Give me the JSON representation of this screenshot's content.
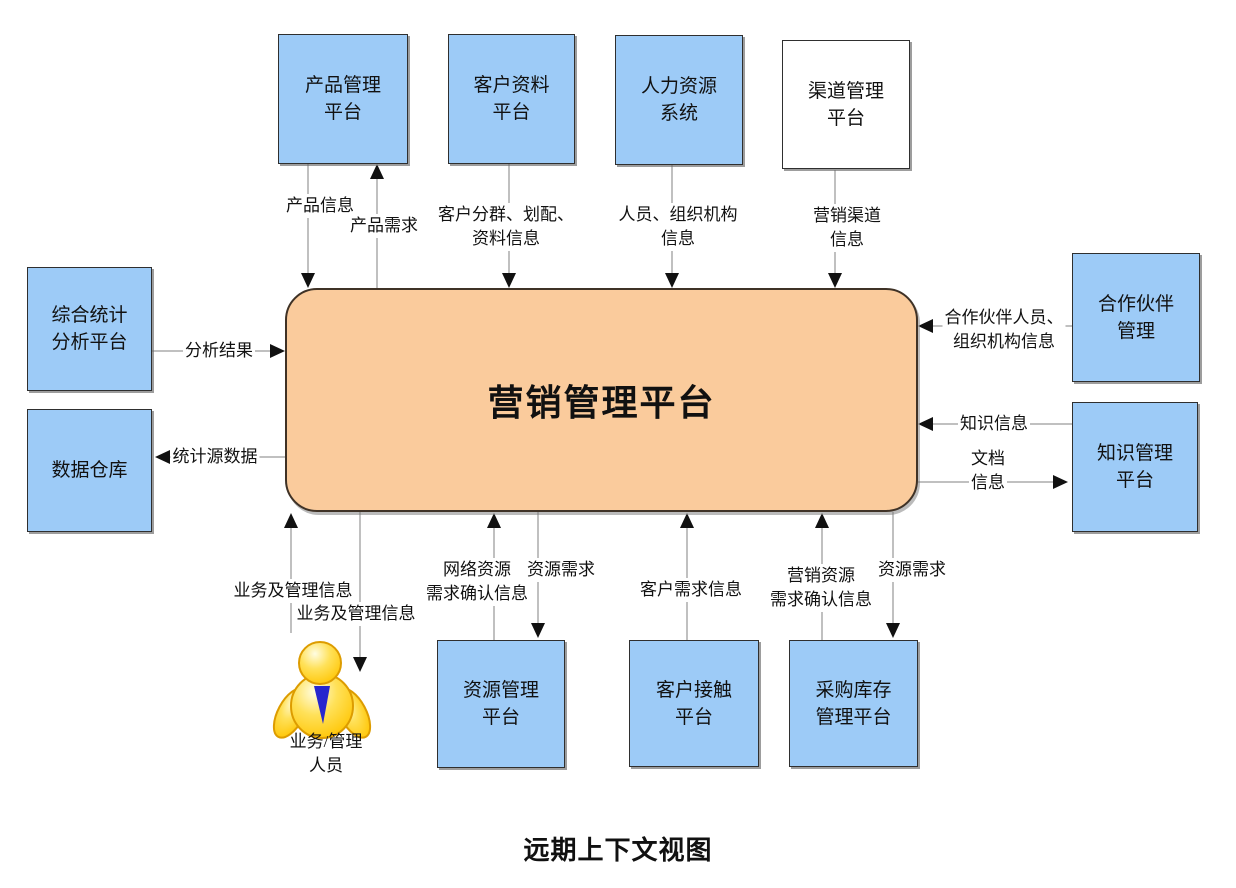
{
  "caption": "远期上下文视图",
  "center_node": {
    "label": "营销管理平台"
  },
  "nodes": [
    {
      "name": "product-management-platform",
      "lines": [
        "产品管理",
        "平台"
      ]
    },
    {
      "name": "customer-data-platform",
      "lines": [
        "客户资料",
        "平台"
      ]
    },
    {
      "name": "hr-system",
      "lines": [
        "人力资源",
        "系统"
      ]
    },
    {
      "name": "channel-management-platform",
      "lines": [
        "渠道管理",
        "平台"
      ]
    },
    {
      "name": "stats-analysis-platform",
      "lines": [
        "综合统计",
        "分析平台"
      ]
    },
    {
      "name": "data-warehouse",
      "lines": [
        "数据仓库"
      ]
    },
    {
      "name": "partner-management",
      "lines": [
        "合作伙伴",
        "管理"
      ]
    },
    {
      "name": "knowledge-management-platform",
      "lines": [
        "知识管理",
        "平台"
      ]
    },
    {
      "name": "resource-management-platform",
      "lines": [
        "资源管理",
        "平台"
      ]
    },
    {
      "name": "customer-contact-platform",
      "lines": [
        "客户接触",
        "平台"
      ]
    },
    {
      "name": "procurement-inventory-platform",
      "lines": [
        "采购库存",
        "管理平台"
      ]
    }
  ],
  "actor": {
    "lines": [
      "业务/管理",
      "人员"
    ]
  },
  "edge_labels": [
    {
      "name": "product-info",
      "lines": [
        "产品信息"
      ]
    },
    {
      "name": "product-demand",
      "lines": [
        "产品需求"
      ]
    },
    {
      "name": "customer-segmentation-info",
      "lines": [
        "客户分群、划配、",
        "资料信息"
      ]
    },
    {
      "name": "personnel-org-info",
      "lines": [
        "人员、组织机构",
        "信息"
      ]
    },
    {
      "name": "marketing-channel-info",
      "lines": [
        "营销渠道",
        "信息"
      ]
    },
    {
      "name": "analysis-result",
      "lines": [
        "分析结果"
      ]
    },
    {
      "name": "stats-source-data",
      "lines": [
        "统计源数据"
      ]
    },
    {
      "name": "partner-personnel-org-info",
      "lines": [
        "合作伙伴人员、",
        "组织机构信息"
      ]
    },
    {
      "name": "knowledge-info",
      "lines": [
        "知识信息"
      ]
    },
    {
      "name": "document-info",
      "lines": [
        "文档",
        "信息"
      ]
    },
    {
      "name": "business-mgmt-info-up",
      "lines": [
        "业务及管理信息"
      ]
    },
    {
      "name": "business-mgmt-info-down",
      "lines": [
        "业务及管理信息"
      ]
    },
    {
      "name": "network-resource-confirm-info",
      "lines": [
        "网络资源",
        "需求确认信息"
      ]
    },
    {
      "name": "resource-demand-to-resource",
      "lines": [
        "资源需求"
      ]
    },
    {
      "name": "customer-demand-info",
      "lines": [
        "客户需求信息"
      ]
    },
    {
      "name": "marketing-resource-confirm-info",
      "lines": [
        "营销资源",
        "需求确认信息"
      ]
    },
    {
      "name": "resource-demand-to-procurement",
      "lines": [
        "资源需求"
      ]
    }
  ],
  "colors": {
    "system_box_fill": "#9dcbf7",
    "external_box_fill": "#ffffff",
    "center_box_fill": "#facb9c",
    "actor_fill": "#ffd42a",
    "actor_tie": "#2626ce",
    "connector": "#808080",
    "arrowhead": "#111111"
  }
}
